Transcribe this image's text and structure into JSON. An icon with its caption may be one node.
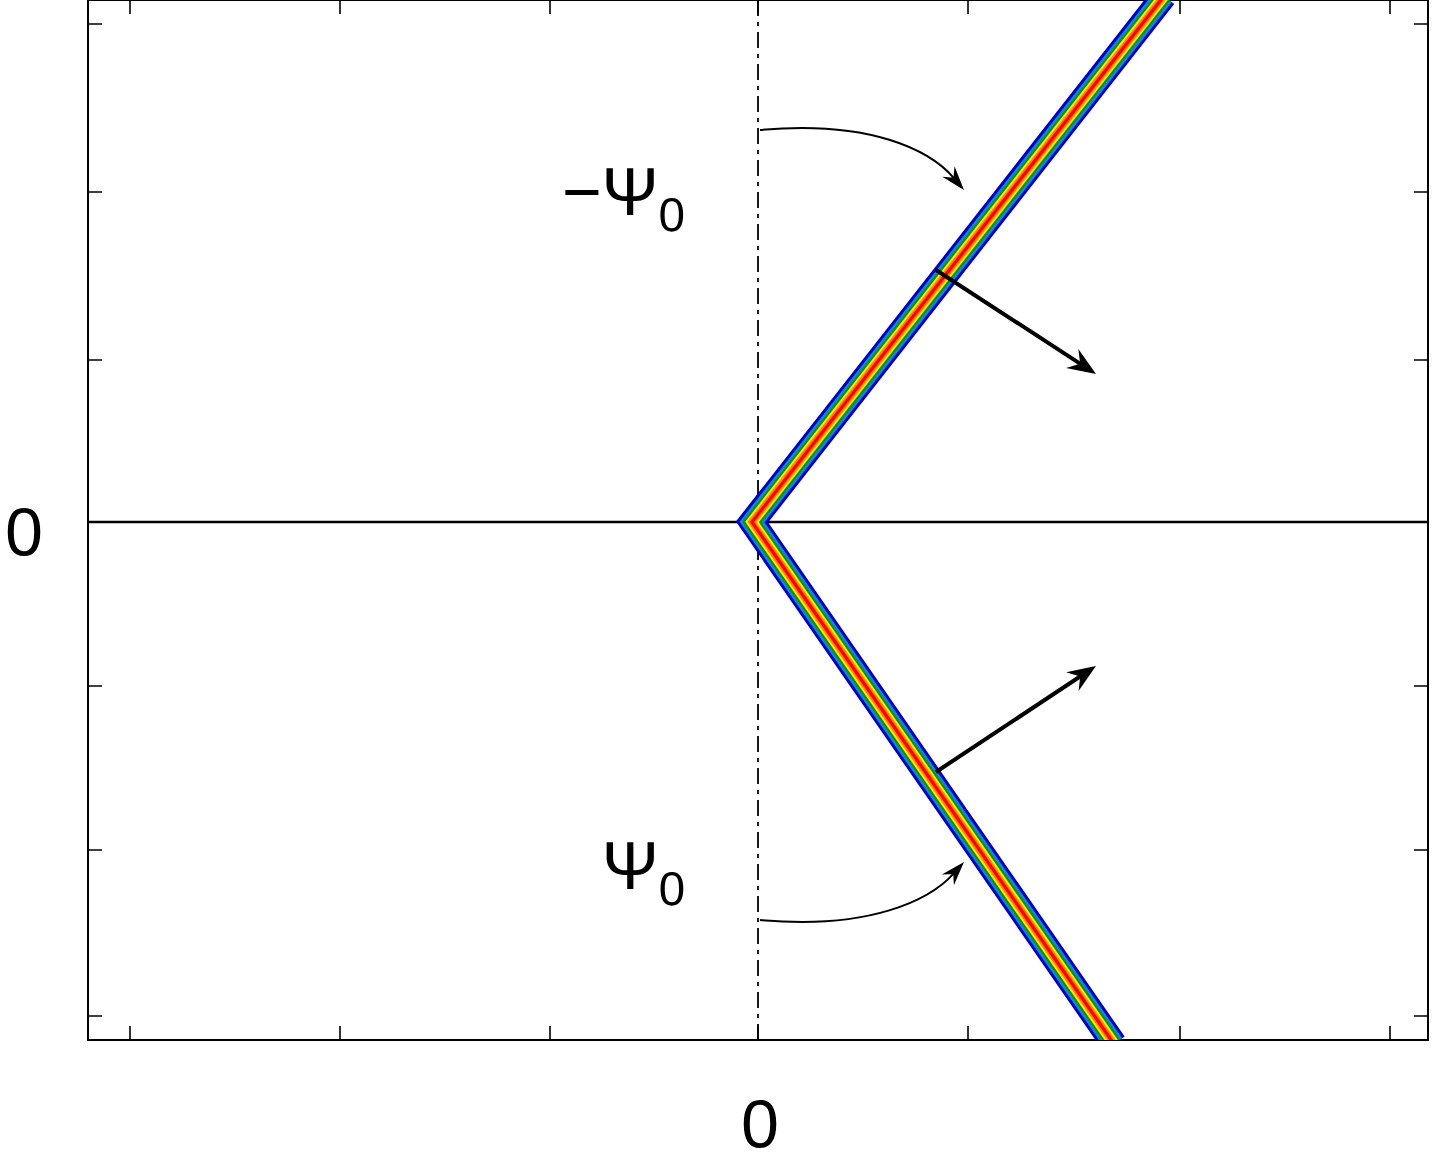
{
  "diagram": {
    "labels": [
      "−Ψ$_{0}$",
      "Ψ$_{0}$",
      "0",
      "0"
    ]
  }
}
